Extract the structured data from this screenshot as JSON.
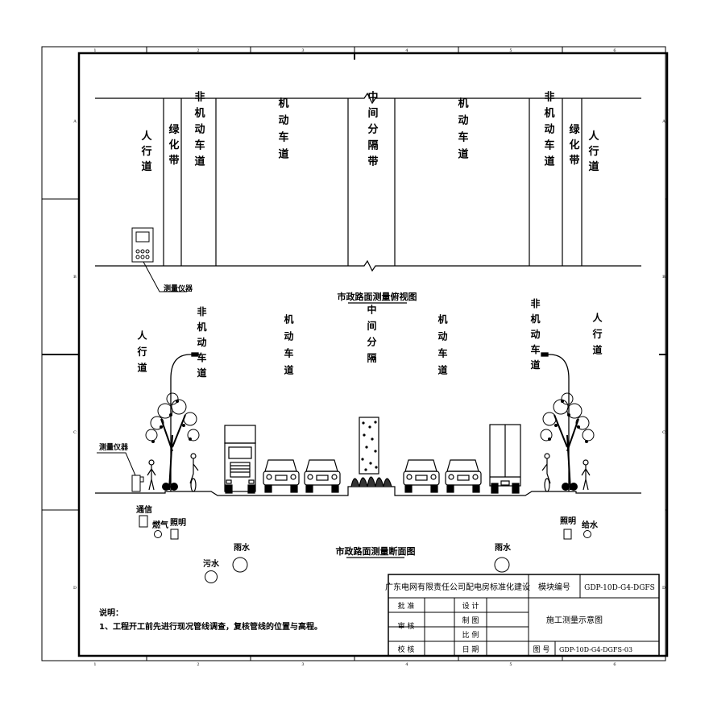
{
  "border": {
    "col_labels": [
      "1",
      "2",
      "3",
      "4",
      "5",
      "6"
    ],
    "row_labels": [
      "A",
      "B",
      "C",
      "D"
    ]
  },
  "plan": {
    "title": "市政路面测量俯视图",
    "instrument_label": "测量仪器",
    "lanes": [
      {
        "id": "walk-l",
        "text": "人行道"
      },
      {
        "id": "green-l",
        "text": "绿化带"
      },
      {
        "id": "bike-l",
        "text": "非机动车道"
      },
      {
        "id": "motor-l",
        "text": "机动车道"
      },
      {
        "id": "median",
        "text": "中间分隔带"
      },
      {
        "id": "motor-r",
        "text": "机动车道"
      },
      {
        "id": "bike-r",
        "text": "非机动车道"
      },
      {
        "id": "green-r",
        "text": "绿化带"
      },
      {
        "id": "walk-r",
        "text": "人行道"
      }
    ]
  },
  "section": {
    "title": "市政路面测量断面图",
    "instrument_label": "测量仪器",
    "labels": [
      {
        "id": "walk-l",
        "text": "人行道"
      },
      {
        "id": "bike-l",
        "text": "非机动车道"
      },
      {
        "id": "motor-l",
        "text": "机动车道"
      },
      {
        "id": "median",
        "text": "中间分隔"
      },
      {
        "id": "motor-r",
        "text": "机动车道"
      },
      {
        "id": "bike-r",
        "text": "非机动车道"
      },
      {
        "id": "walk-r",
        "text": "人行道"
      }
    ],
    "pipes": {
      "telecom": "通信",
      "gas": "燃气",
      "lighting_l": "照明",
      "sewage": "污水",
      "rain_l": "雨水",
      "rain_r": "雨水",
      "lighting_r": "照明",
      "water_supply": "给水"
    }
  },
  "notes": {
    "heading": "说明：",
    "line1": "1、工程开工前先进行现况管线调查，复核管线的位置与高程。"
  },
  "title_block": {
    "company": "广东电网有限责任公司配电房标准化建设",
    "module_label": "模块编号",
    "module_no": "GDP-10D-G4-DGFS",
    "approve": "批 准",
    "design": "设 计",
    "review": "审 核",
    "draw": "制 图",
    "scale": "比 例",
    "check": "校 核",
    "date": "日 期",
    "drawing_name": "施工测量示意图",
    "drawing_no_label": "图 号",
    "drawing_no": "GDP-10D-G4-DGFS-03"
  }
}
